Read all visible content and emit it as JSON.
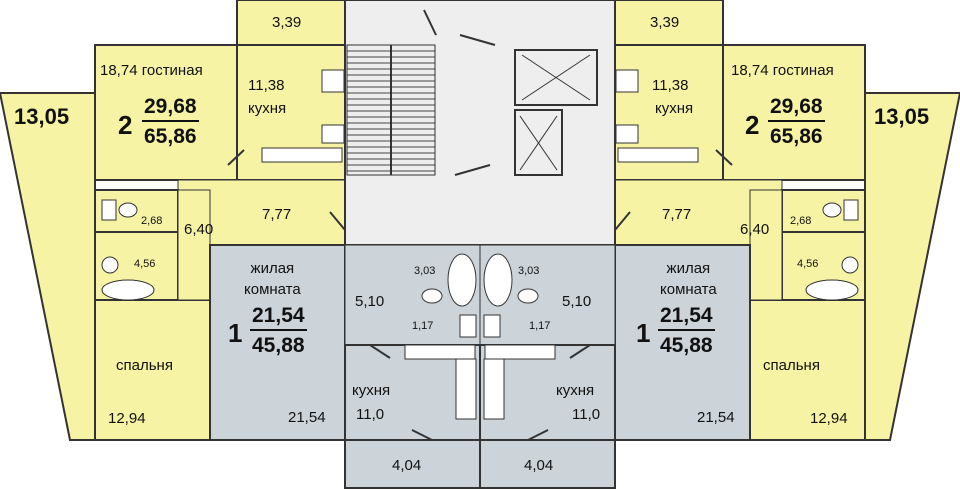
{
  "colors": {
    "yellow": "#f7f3a4",
    "gray": "#ccd4da",
    "stair": "#eeeeee",
    "wall": "#333333"
  },
  "left": {
    "balcony_top": "3,39",
    "living_room": "18,74 гостиная",
    "kitchen_area": "11,38",
    "kitchen_label": "кухня",
    "rooms": "2",
    "living_area": "29,68",
    "total_area": "65,86",
    "loggia": "13,05",
    "wc": "2,68",
    "bath": "4,56",
    "corridor": "6,40",
    "hall": "7,77",
    "bedroom_label": "спальня",
    "bedroom_area": "12,94"
  },
  "right": {
    "balcony_top": "3,39",
    "living_room": "18,74 гостиная",
    "kitchen_area": "11,38",
    "kitchen_label": "кухня",
    "rooms": "2",
    "living_area": "29,68",
    "total_area": "65,86",
    "loggia": "13,05",
    "wc": "2,68",
    "bath": "4,56",
    "corridor": "6,40",
    "hall": "7,77",
    "bedroom_label": "спальня",
    "bedroom_area": "12,94"
  },
  "one_left": {
    "room_label": "жилая\nкомната",
    "rooms": "1",
    "living_area": "21,54",
    "total_area": "45,88",
    "room_area": "21,54",
    "hall": "5,10",
    "bath": "3,03",
    "wc": "1,17",
    "kitchen_label": "кухня",
    "kitchen_area": "11,0",
    "balcony": "4,04"
  },
  "one_right": {
    "room_label": "жилая\nкомната",
    "rooms": "1",
    "living_area": "21,54",
    "total_area": "45,88",
    "room_area": "21,54",
    "hall": "5,10",
    "bath": "3,03",
    "wc": "1,17",
    "kitchen_label": "кухня",
    "kitchen_area": "11,0",
    "balcony": "4,04"
  }
}
